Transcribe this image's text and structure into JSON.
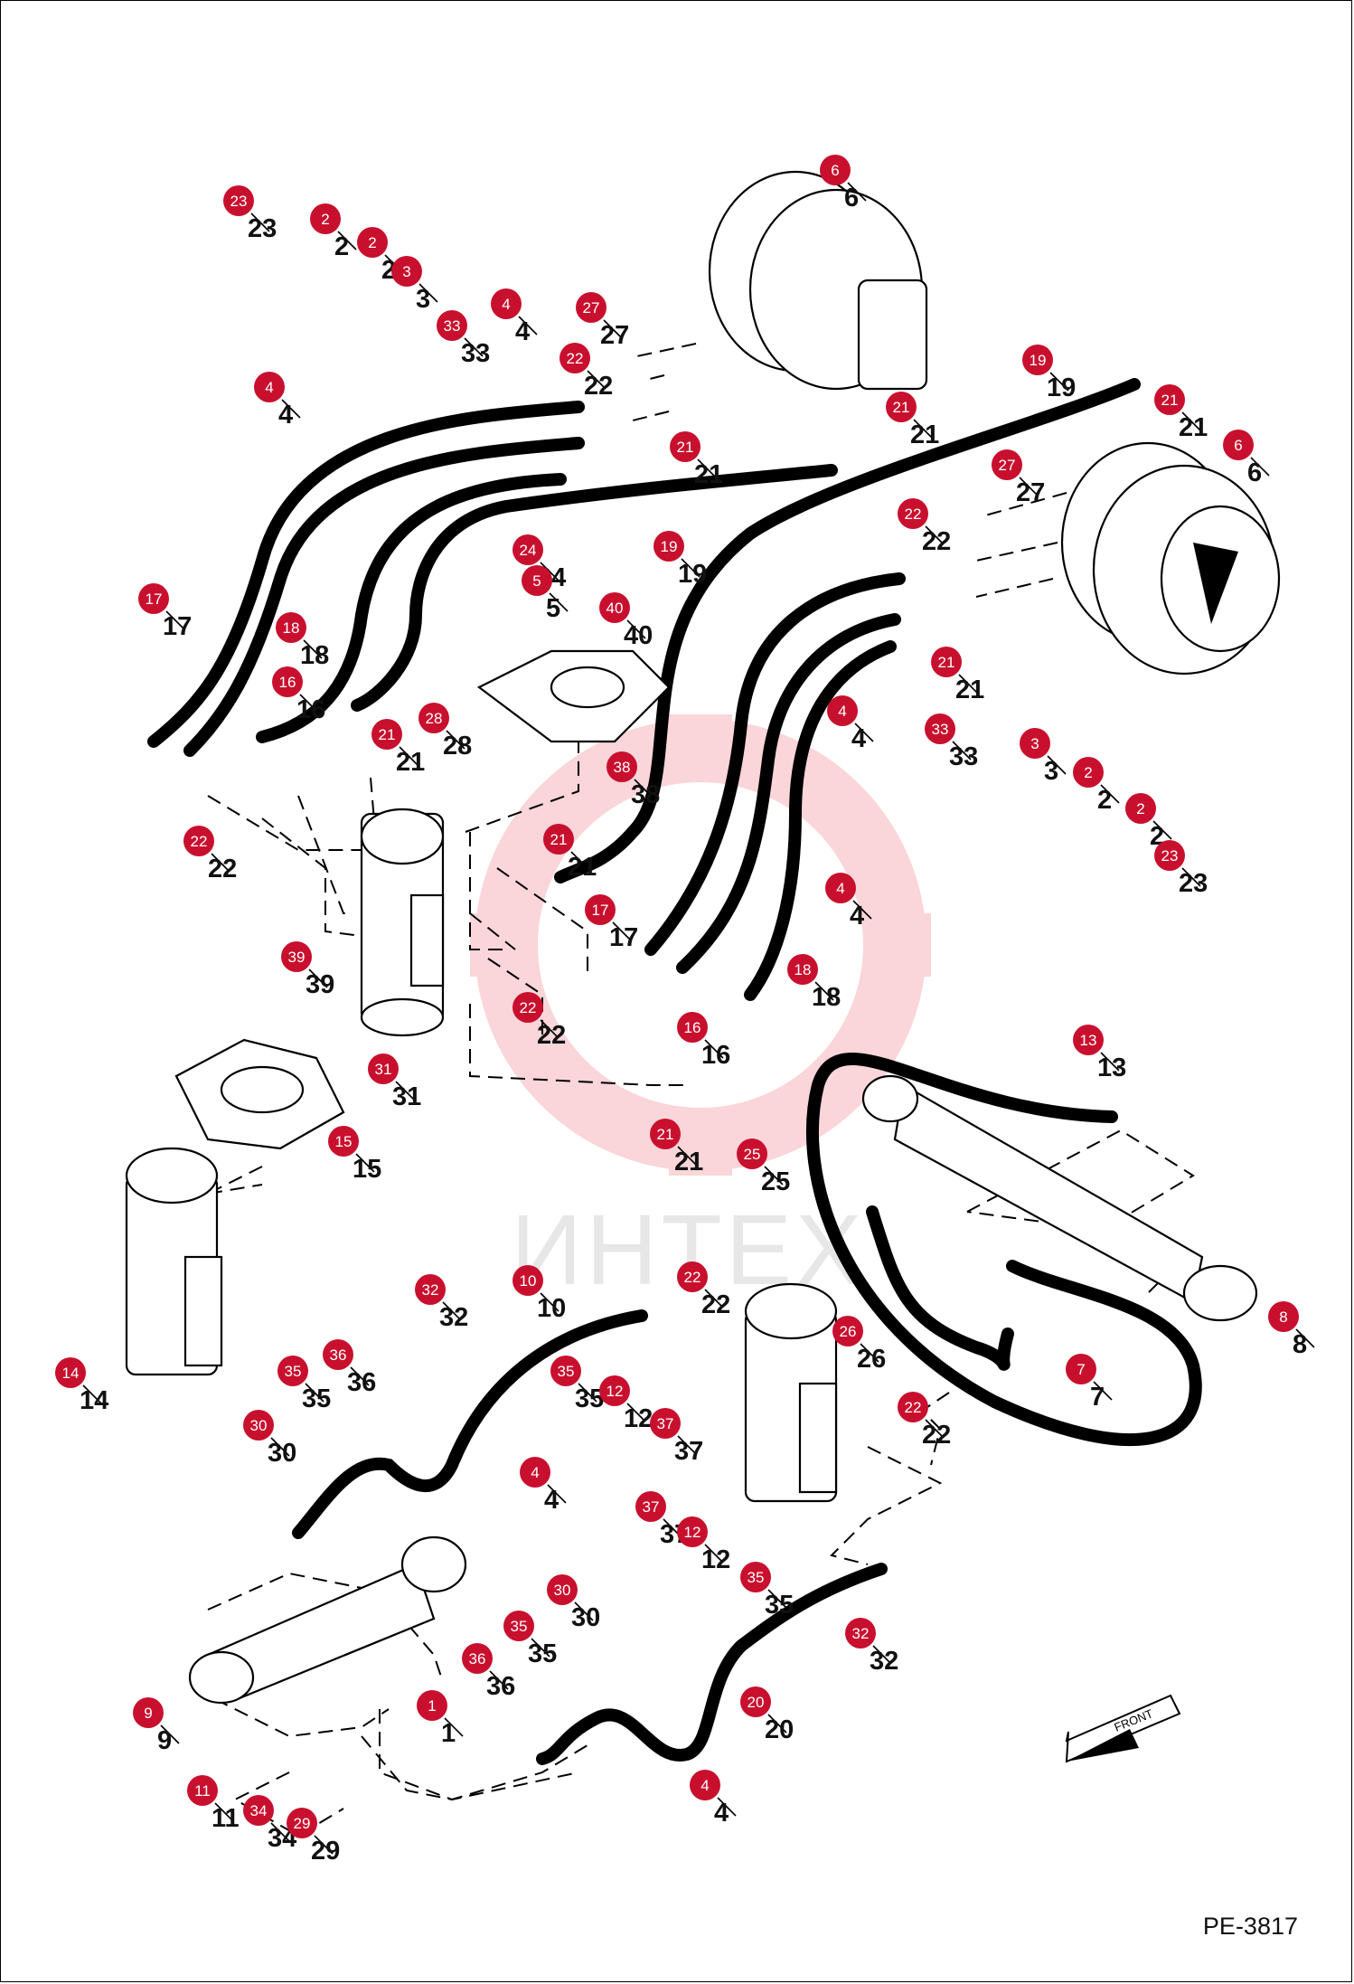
{
  "page_code": "PE-3817",
  "watermark": "ИНТЕХ",
  "front_label": "FRONT",
  "colors": {
    "badge": "#c8102e",
    "watermark": "#e6001a",
    "line": "#000000"
  },
  "callouts": [
    {
      "id": "c1",
      "number": "6"
    },
    {
      "id": "c2",
      "number": "23"
    },
    {
      "id": "c3",
      "number": "2"
    },
    {
      "id": "c4",
      "number": "2"
    },
    {
      "id": "c5",
      "number": "3"
    },
    {
      "id": "c6",
      "number": "4"
    },
    {
      "id": "c7",
      "number": "33"
    },
    {
      "id": "c8",
      "number": "27"
    },
    {
      "id": "c9",
      "number": "22"
    },
    {
      "id": "c10",
      "number": "21"
    },
    {
      "id": "c11",
      "number": "21"
    },
    {
      "id": "c12",
      "number": "4"
    },
    {
      "id": "c13",
      "number": "19"
    },
    {
      "id": "c14",
      "number": "21"
    },
    {
      "id": "c15",
      "number": "6"
    },
    {
      "id": "c16",
      "number": "27"
    },
    {
      "id": "c17",
      "number": "22"
    },
    {
      "id": "c18",
      "number": "19"
    },
    {
      "id": "c19",
      "number": "24"
    },
    {
      "id": "c20",
      "number": "5"
    },
    {
      "id": "c21",
      "number": "17"
    },
    {
      "id": "c22",
      "number": "18"
    },
    {
      "id": "c23",
      "number": "40"
    },
    {
      "id": "c24",
      "number": "21"
    },
    {
      "id": "c25",
      "number": "16"
    },
    {
      "id": "c26",
      "number": "4"
    },
    {
      "id": "c27",
      "number": "33"
    },
    {
      "id": "c28",
      "number": "28"
    },
    {
      "id": "c29",
      "number": "21"
    },
    {
      "id": "c30",
      "number": "3"
    },
    {
      "id": "c31",
      "number": "38"
    },
    {
      "id": "c32",
      "number": "2"
    },
    {
      "id": "c33",
      "number": "22"
    },
    {
      "id": "c34",
      "number": "21"
    },
    {
      "id": "c35",
      "number": "2"
    },
    {
      "id": "c36",
      "number": "23"
    },
    {
      "id": "c37",
      "number": "4"
    },
    {
      "id": "c38",
      "number": "17"
    },
    {
      "id": "c39",
      "number": "39"
    },
    {
      "id": "c40",
      "number": "18"
    },
    {
      "id": "c41",
      "number": "22"
    },
    {
      "id": "c42",
      "number": "16"
    },
    {
      "id": "c43",
      "number": "13"
    },
    {
      "id": "c44",
      "number": "31"
    },
    {
      "id": "c45",
      "number": "15"
    },
    {
      "id": "c46",
      "number": "21"
    },
    {
      "id": "c47",
      "number": "25"
    },
    {
      "id": "c48",
      "number": "32"
    },
    {
      "id": "c49",
      "number": "10"
    },
    {
      "id": "c50",
      "number": "22"
    },
    {
      "id": "c51",
      "number": "8"
    },
    {
      "id": "c52",
      "number": "14"
    },
    {
      "id": "c53",
      "number": "35"
    },
    {
      "id": "c54",
      "number": "36"
    },
    {
      "id": "c55",
      "number": "35"
    },
    {
      "id": "c56",
      "number": "12"
    },
    {
      "id": "c57",
      "number": "26"
    },
    {
      "id": "c58",
      "number": "7"
    },
    {
      "id": "c59",
      "number": "22"
    },
    {
      "id": "c60",
      "number": "30"
    },
    {
      "id": "c61",
      "number": "37"
    },
    {
      "id": "c62",
      "number": "4"
    },
    {
      "id": "c63",
      "number": "37"
    },
    {
      "id": "c64",
      "number": "12"
    },
    {
      "id": "c65",
      "number": "35"
    },
    {
      "id": "c66",
      "number": "30"
    },
    {
      "id": "c67",
      "number": "35"
    },
    {
      "id": "c68",
      "number": "32"
    },
    {
      "id": "c69",
      "number": "36"
    },
    {
      "id": "c70",
      "number": "1"
    },
    {
      "id": "c71",
      "number": "20"
    },
    {
      "id": "c72",
      "number": "9"
    },
    {
      "id": "c73",
      "number": "11"
    },
    {
      "id": "c74",
      "number": "34"
    },
    {
      "id": "c75",
      "number": "29"
    },
    {
      "id": "c76",
      "number": "4"
    }
  ]
}
